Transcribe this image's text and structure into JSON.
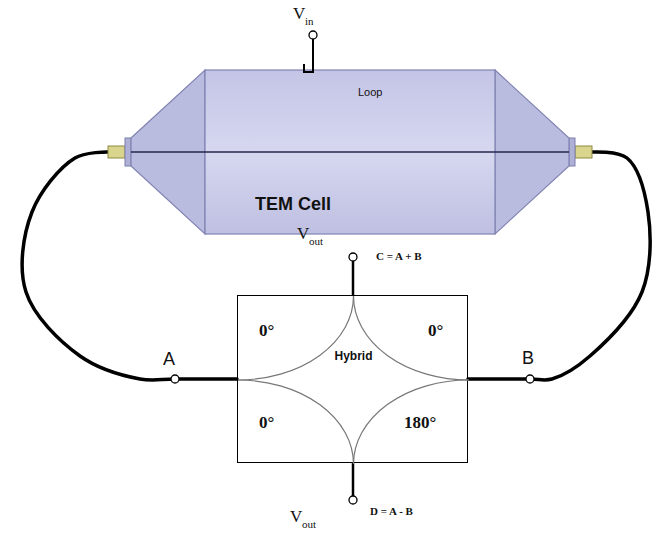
{
  "diagram": {
    "nodes": [
      {
        "text": [
          "TEM Cell"
        ]
      },
      {
        "text": [
          "0°",
          "0°",
          "Hybrid",
          "0°",
          "180°"
        ]
      }
    ],
    "edges": [
      {
        "from": 0,
        "to": 1,
        "arrow": "none"
      },
      {
        "from": 0,
        "to": 1,
        "arrow": "none"
      }
    ],
    "labels": [
      "V",
      "in",
      "Loop",
      "V",
      "out",
      "C = A + B",
      "A",
      "B",
      "V",
      "out",
      "D = A - B"
    ]
  }
}
